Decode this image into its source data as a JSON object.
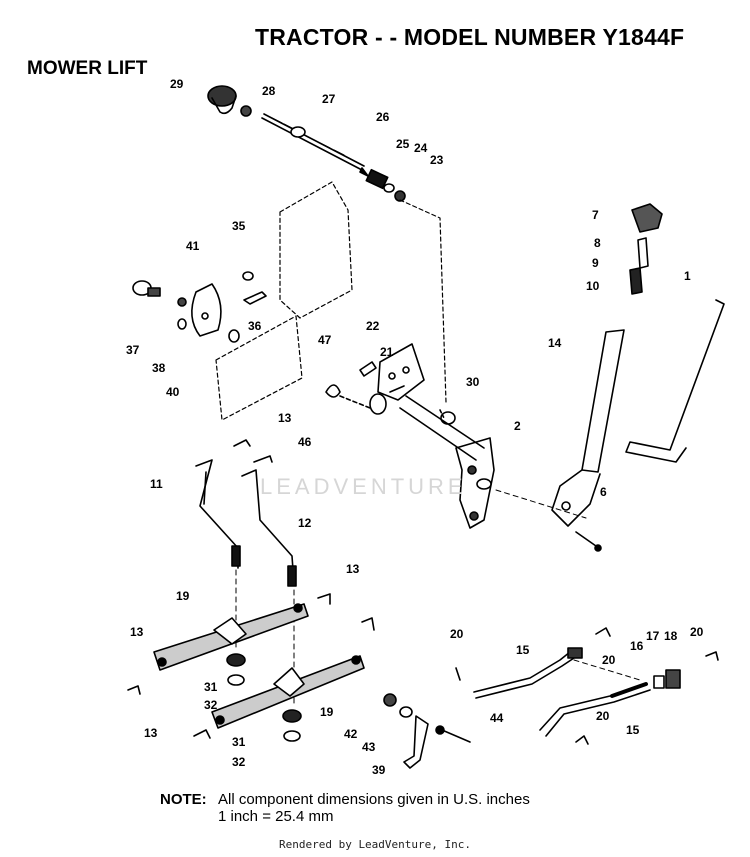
{
  "title": "TRACTOR - - MODEL NUMBER Y1844F",
  "section": "MOWER LIFT",
  "note": {
    "label": "NOTE:",
    "line1": "All component dimensions given in U.S. inches",
    "line2": "1 inch = 25.4 mm"
  },
  "watermark": "LEADVENTURE",
  "credit": "Rendered by LeadVenture, Inc.",
  "callouts": [
    "29",
    "28",
    "27",
    "26",
    "25",
    "24",
    "23",
    "7",
    "8",
    "9",
    "10",
    "1",
    "35",
    "41",
    "37",
    "38",
    "36",
    "40",
    "22",
    "21",
    "47",
    "30",
    "14",
    "13",
    "2",
    "46",
    "11",
    "12",
    "6",
    "19",
    "13",
    "13",
    "20",
    "15",
    "20",
    "16",
    "17",
    "18",
    "20",
    "31",
    "32",
    "19",
    "42",
    "43",
    "44",
    "15",
    "20",
    "13",
    "31",
    "32",
    "39"
  ]
}
